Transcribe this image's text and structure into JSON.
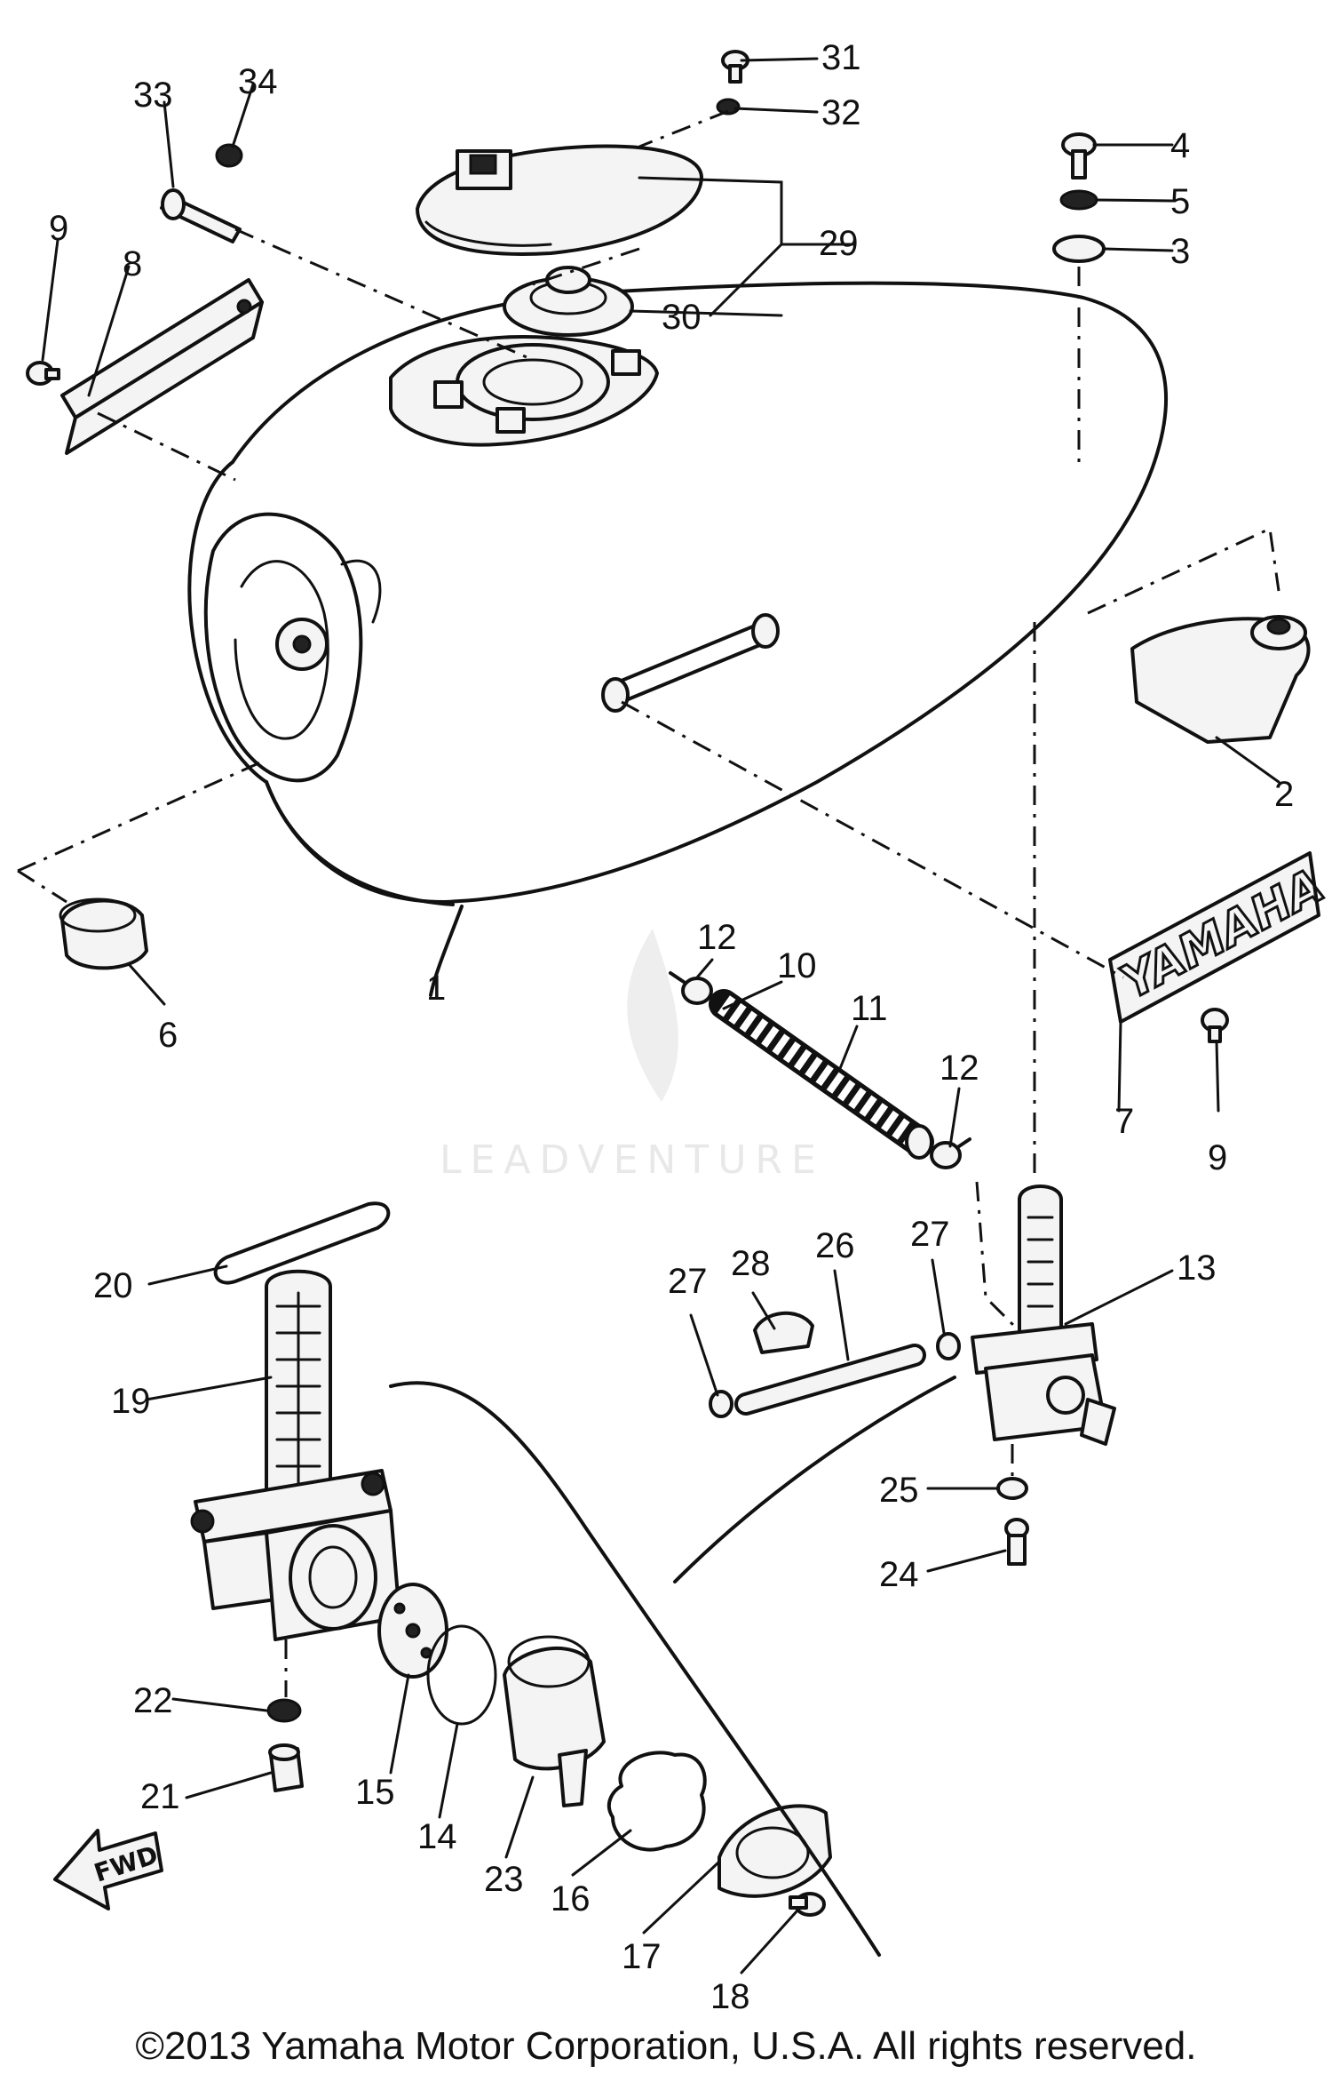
{
  "diagram": {
    "callouts": [
      "1",
      "2",
      "3",
      "4",
      "5",
      "6",
      "7",
      "8",
      "9",
      "9",
      "10",
      "11",
      "12",
      "12",
      "13",
      "14",
      "15",
      "16",
      "17",
      "18",
      "19",
      "20",
      "21",
      "22",
      "23",
      "24",
      "25",
      "26",
      "27",
      "27",
      "28",
      "29",
      "30",
      "31",
      "32",
      "33",
      "34"
    ],
    "tank_emblem_text": "YAMAHA",
    "fwd_arrow_text": "FWD",
    "watermark": "LEADVENTURE"
  },
  "footer": {
    "copyright": "©2013 Yamaha Motor Corporation, U.S.A. All rights reserved."
  }
}
